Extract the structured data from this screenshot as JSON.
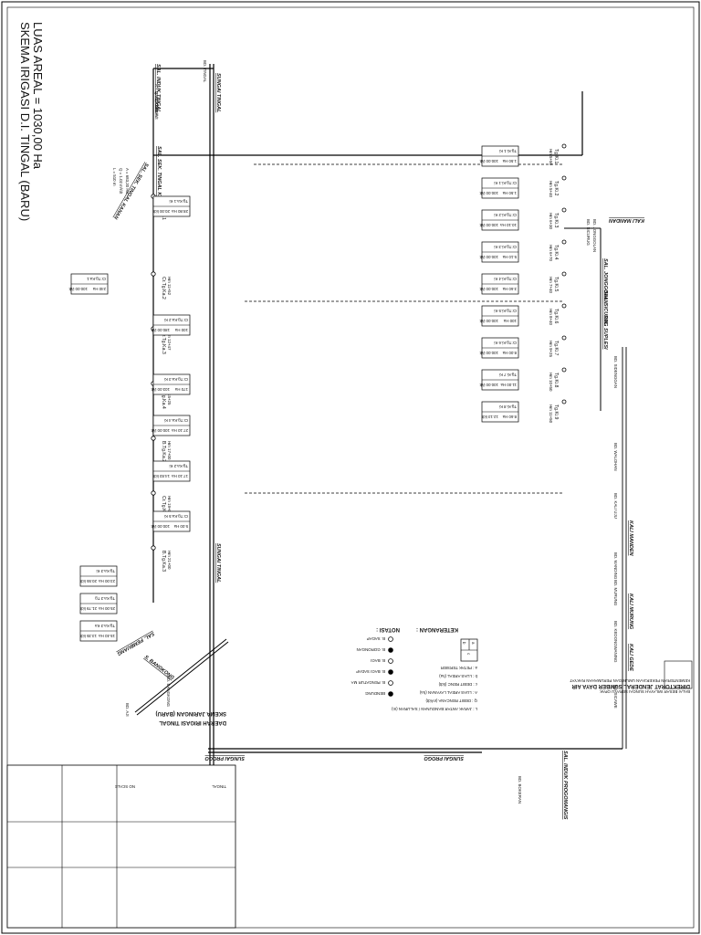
{
  "title": {
    "line1": "SKEMA IRIGASI D.I. TINGAL (BARU)",
    "line2": "LUAS AREAL = 1030,00 Ha"
  },
  "rivers": {
    "sungai_tingal_1": "SUNGAI TINGAL",
    "sungai_tingal_2": "SUNGAI TINGAL",
    "sungai_progo_1": "SUNGAI PROGO",
    "sungai_progo_2": "SUNGAI PROGO",
    "s_bangkong": "S. BANGKONG",
    "kali_mandan": "KALI MANDAN",
    "kali_manden": "KALI MANDEN",
    "kali_murung": "KALI MURUNG",
    "kali_gede": "KALI GEDE"
  },
  "channels": {
    "induk_tingal": "SAL. INDUK TINGAL",
    "sek_tingal_kiri": "SAL. SEK. TINGAL KIRI",
    "sek_tingal_kanan": "SAL. SEK. TINGAL KANAN",
    "jonggolan": "SAL. JONGGOLAN",
    "sicurug": "SAL. SICURUG",
    "suplesi": "SAL. SUPLESI",
    "pembuang": "SAL. PEMBUANG",
    "induk_progomangis": "SAL. INDUK PROGOMANGIS"
  },
  "bendungs": {
    "tingal": "BD. TINGAL",
    "jonggolan": "BD. JONGGOLAN",
    "sicurug": "BD. SICURUG",
    "sidenggan": "BD. SIDENGGAN",
    "walohan": "BD. WALOHAN",
    "kali_uju": "BD. KALI UJU",
    "manding": "BD. MANDING",
    "murung": "BD. MURUNG",
    "kedongwaning": "BD. KEDONGWANING",
    "sicawe": "BD. SICAWE",
    "bangkong": "BD. BANGKONG",
    "aji": "BD. AJI",
    "bokeran": "BD. BOKERAN"
  },
  "main_params": {
    "induk": {
      "a": "A = 1030,00 Ha",
      "q": "Q = 1.423 m³/dt",
      "l": "L = 608 m"
    },
    "kanan": {
      "a": "A = 683,20 Ha",
      "q": "Q = 1.02 m³/dt",
      "l": "L = 510 m"
    }
  },
  "structures_right": [
    {
      "name": "B.Tg.Ka.1",
      "hm": "Hm 5+10"
    },
    {
      "name": "Cr.Tg.Ka.2",
      "hm": "Hm 11+52"
    },
    {
      "name": "Cr.Tg.Ka.3",
      "hm": "Hm 12+47"
    },
    {
      "name": "Cr.Tg.Ka.4",
      "hm": "Hm 15+25"
    },
    {
      "name": "B.Tg.Ka.2",
      "hm": "Hm 17+00"
    },
    {
      "name": "Cr.Tg.Ka.5",
      "hm": "Hm 19+00"
    },
    {
      "name": "B.Tg.Ka.3",
      "hm": "Hm 21+00"
    }
  ],
  "boxes": [
    {
      "name": "Tg.Ka.1 Ki",
      "area": "28.80 Ha",
      "q": "20.00 l/dt"
    },
    {
      "name": "Cr.Tg.Ka.1",
      "area": "240 Ha",
      "q": "100.00 l/dt"
    },
    {
      "name": "Cr.Tg.Ka.2 Ki",
      "area": "100 Ha",
      "q": "180.00 l/dt"
    },
    {
      "name": "Cr.Tg.Ka.3 Ki",
      "area": "170 Ha",
      "q": "103.00 l/dt"
    },
    {
      "name": "Cr.Tg.Ka.4 Ki",
      "area": "27.10 Ha",
      "q": "100.00 l/dt"
    },
    {
      "name": "Tg.Ka.2 Ki",
      "area": "17.10 Ha",
      "q": "14.83 l/dt"
    },
    {
      "name": "Cr.Tg.Ka.5 Ki",
      "area": "5.00 Ha",
      "q": "100.00 l/dt"
    },
    {
      "name": "Tg.Ka.3 Ki",
      "area": "23.00 Ha",
      "q": "20.55 l/dt"
    },
    {
      "name": "Tg.Ka.3 Tg",
      "area": "25.00 Ha",
      "q": "21.79 l/dt"
    },
    {
      "name": "Tg.Ka.3 Ka",
      "area": "15.40 Ha",
      "q": "13.35 l/dt"
    }
  ],
  "nodes_top": [
    {
      "name": "Tg.Ki.1",
      "hm": "Hm 5+50"
    },
    {
      "name": "Tg.Ki.2",
      "hm": "Hm 5+40"
    },
    {
      "name": "Tg.Ki.3",
      "hm": "Hm 6+30"
    },
    {
      "name": "Tg.Ki.4",
      "hm": "Hm 6+70"
    },
    {
      "name": "Tg.Ki.5",
      "hm": "Hm 7+40"
    },
    {
      "name": "Tg.Ki.6",
      "hm": "Hm 8+40"
    },
    {
      "name": "Tg.Ki.7",
      "hm": "Hm 9+25"
    },
    {
      "name": "Tg.Ki.8",
      "hm": "Hm 10+50"
    },
    {
      "name": "Tg.Ki.9",
      "hm": "Hm 11+50"
    }
  ],
  "boxes_top": [
    {
      "name": "Tg.Ki.1 Ki",
      "area": "1.50 Ha",
      "q": "100.00 l/dt"
    },
    {
      "name": "Cr.Tg.Ki.1 Ki",
      "area": "1.50 Ha",
      "q": "100.00 l/dt"
    },
    {
      "name": "Cr.Tg.Ki.2 Ki",
      "area": "10.10 Ha",
      "q": "100.00 l/dt"
    },
    {
      "name": "Cr.Tg.Ki.3 Ki",
      "area": "5.10 Ha",
      "q": "100.00 l/dt"
    },
    {
      "name": "Cr.Tg.Ki.4 Ki",
      "area": "3.60 Ha",
      "q": "100.00 l/dt"
    },
    {
      "name": "Cr.Tg.Ki.5 Ki",
      "area": "100 Ha",
      "q": "100.00 l/dt"
    },
    {
      "name": "Cr.Tg.Ki.6 Ki",
      "area": "8.00 Ha",
      "q": "100.00 l/dt"
    },
    {
      "name": "Tg.Ki.7 Ki",
      "area": "11.00 Ha",
      "q": "100.00 l/dt"
    },
    {
      "name": "Tg.Ki.8 Ki",
      "area": "8.60 Ha",
      "q": "12.13 l/dt"
    }
  ],
  "notasi": {
    "title": "NOTASI :",
    "items": [
      "B. SADAP",
      "B. GORONGAN",
      "B. BAGI",
      "B. BAGI SADAP",
      "B. PENGATUR MA",
      "BENDUNG"
    ]
  },
  "keterangan": {
    "title": "KETERANGAN :",
    "box": [
      "a",
      "b",
      "c"
    ],
    "items": [
      "a : PETAK TERSIER",
      "b : LUAS AREAL (ha)",
      "c : DEBIT RENC (l/dt)",
      "A : LUAS AREAL LAYANAN (ha)",
      "Q : DEBIT RENCANA (m³/dt)",
      "L : JARAK ANTAR BANGUNAN / SALURAN (m)"
    ]
  },
  "title_block": {
    "agency1": "KEMENTERIAN PEKERJAAN UMUM DAN PERUMAHAN RAKYAT",
    "agency2": "DIREKTORAT JENDERAL SUMBER DAYA AIR",
    "agency3": "BALAI BESAR WILAYAH SUNGAI SERAYU OPAK",
    "sheet_title1": "SKEMA JARINGAN (BARU)",
    "sheet_title2": "DAERAH IRIGASI TINGAL",
    "code": "TINGAL",
    "scale": "NO SCALE"
  }
}
